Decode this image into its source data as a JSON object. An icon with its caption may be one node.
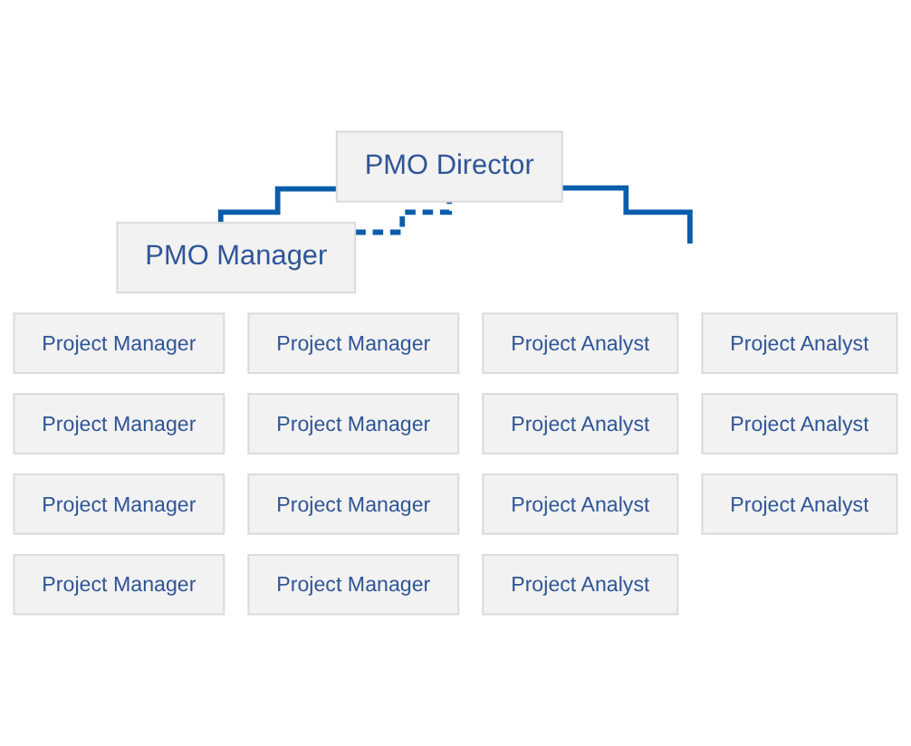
{
  "diagram": {
    "nodes": [
      {
        "text": [
          "PMO Director"
        ]
      },
      {
        "text": [
          "PMO Manager"
        ]
      },
      {
        "text": [
          "Project Manager"
        ]
      },
      {
        "text": [
          "Project Manager"
        ]
      },
      {
        "text": [
          "Project Analyst"
        ]
      },
      {
        "text": [
          "Project Analyst"
        ]
      },
      {
        "text": [
          "Project Manager"
        ]
      },
      {
        "text": [
          "Project Manager"
        ]
      },
      {
        "text": [
          "Project Analyst"
        ]
      },
      {
        "text": [
          "Project Analyst"
        ]
      },
      {
        "text": [
          "Project Manager"
        ]
      },
      {
        "text": [
          "Project Manager"
        ]
      },
      {
        "text": [
          "Project Analyst"
        ]
      },
      {
        "text": [
          "Project Analyst"
        ]
      },
      {
        "text": [
          "Project Manager"
        ]
      },
      {
        "text": [
          "Project Manager"
        ]
      },
      {
        "text": [
          "Project Analyst"
        ]
      }
    ],
    "edges": [
      {
        "from": 0,
        "to": 1,
        "arrow": "none"
      },
      {
        "from": 1,
        "to": 0,
        "arrow": "none",
        "style": "dashed"
      },
      {
        "from": 0,
        "to": null,
        "arrow": "none"
      }
    ]
  }
}
